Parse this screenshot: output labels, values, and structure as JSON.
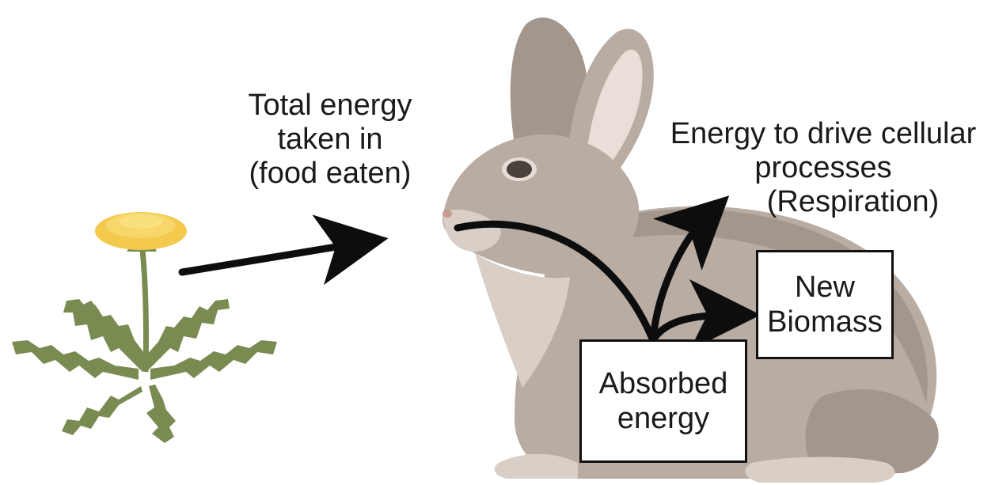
{
  "labels": {
    "intake": [
      "Total energy",
      "taken in",
      "(food eaten)"
    ],
    "respiration": [
      "Energy to drive cellular",
      "processes",
      "(Respiration)"
    ],
    "biomass": [
      "New",
      "Biomass"
    ],
    "absorbed": [
      "Absorbed",
      "energy"
    ]
  },
  "colors": {
    "rabbit_body": "#b9aca2",
    "rabbit_shade": "#a3968c",
    "rabbit_light": "#d9cfc6",
    "ear_inner": "#eadfd8",
    "leaf": "#7a8b52",
    "flower": "#f3c94e",
    "arrow": "#0d0d0d"
  }
}
